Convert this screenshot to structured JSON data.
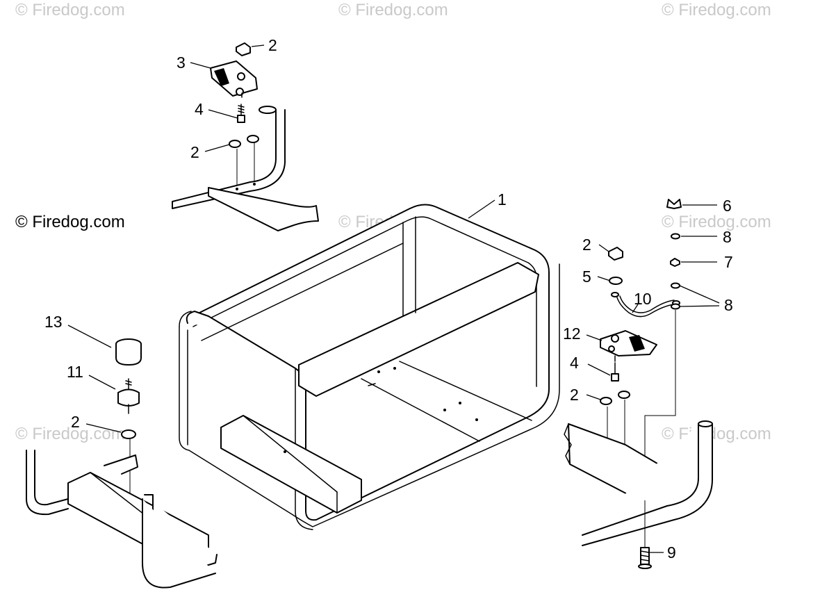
{
  "watermark": {
    "text": "© Firedog.com",
    "main_text": "© Firedog.com",
    "color": "#c9c9c9"
  },
  "callouts": {
    "c1": "1",
    "c2_top": "2",
    "c2_left": "2",
    "c2_right_top": "2",
    "c2_right_bottom": "2",
    "c2_lower_left": "2",
    "c3": "3",
    "c4_top": "4",
    "c4_right": "4",
    "c5": "5",
    "c6": "6",
    "c7": "7",
    "c8_top": "8",
    "c8_bottom": "8",
    "c9": "9",
    "c10": "10",
    "c11": "11",
    "c12": "12",
    "c13": "13"
  },
  "parts": [
    {
      "ref": "1",
      "name": "frame"
    },
    {
      "ref": "2",
      "name": "nut"
    },
    {
      "ref": "3",
      "name": "mount bracket"
    },
    {
      "ref": "4",
      "name": "bolt"
    },
    {
      "ref": "5",
      "name": "washer"
    },
    {
      "ref": "6",
      "name": "wing nut"
    },
    {
      "ref": "7",
      "name": "nut"
    },
    {
      "ref": "8",
      "name": "washer"
    },
    {
      "ref": "9",
      "name": "ground bolt"
    },
    {
      "ref": "10",
      "name": "ground wire"
    },
    {
      "ref": "11",
      "name": "rubber mount"
    },
    {
      "ref": "12",
      "name": "mount bracket"
    },
    {
      "ref": "13",
      "name": "rubber foot"
    }
  ]
}
